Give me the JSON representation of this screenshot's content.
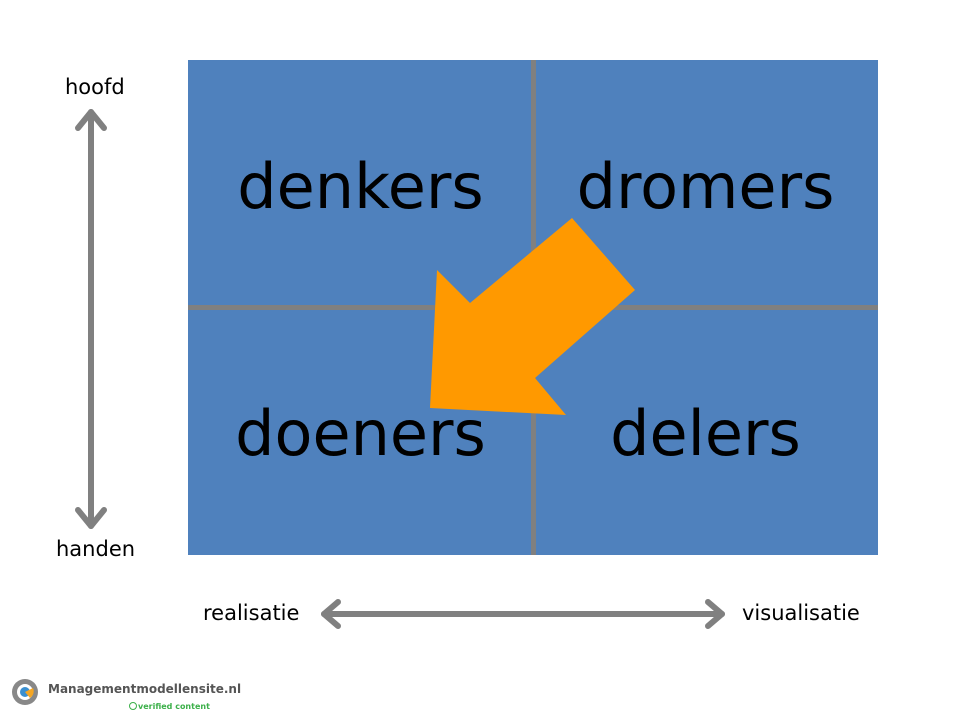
{
  "quadrants": {
    "top_left": "denkers",
    "top_right": "dromers",
    "bottom_left": "doeners",
    "bottom_right": "delers"
  },
  "axes": {
    "vertical_top": "hoofd",
    "vertical_bottom": "handen",
    "horizontal_left": "realisatie",
    "horizontal_right": "visualisatie"
  },
  "logo": {
    "name": "Managementmodellensite.nl",
    "badge": "verified content"
  },
  "colors": {
    "quadrant": "#4f81bd",
    "divider": "#808080",
    "arrow": "#ff9900",
    "axis": "#808080"
  }
}
